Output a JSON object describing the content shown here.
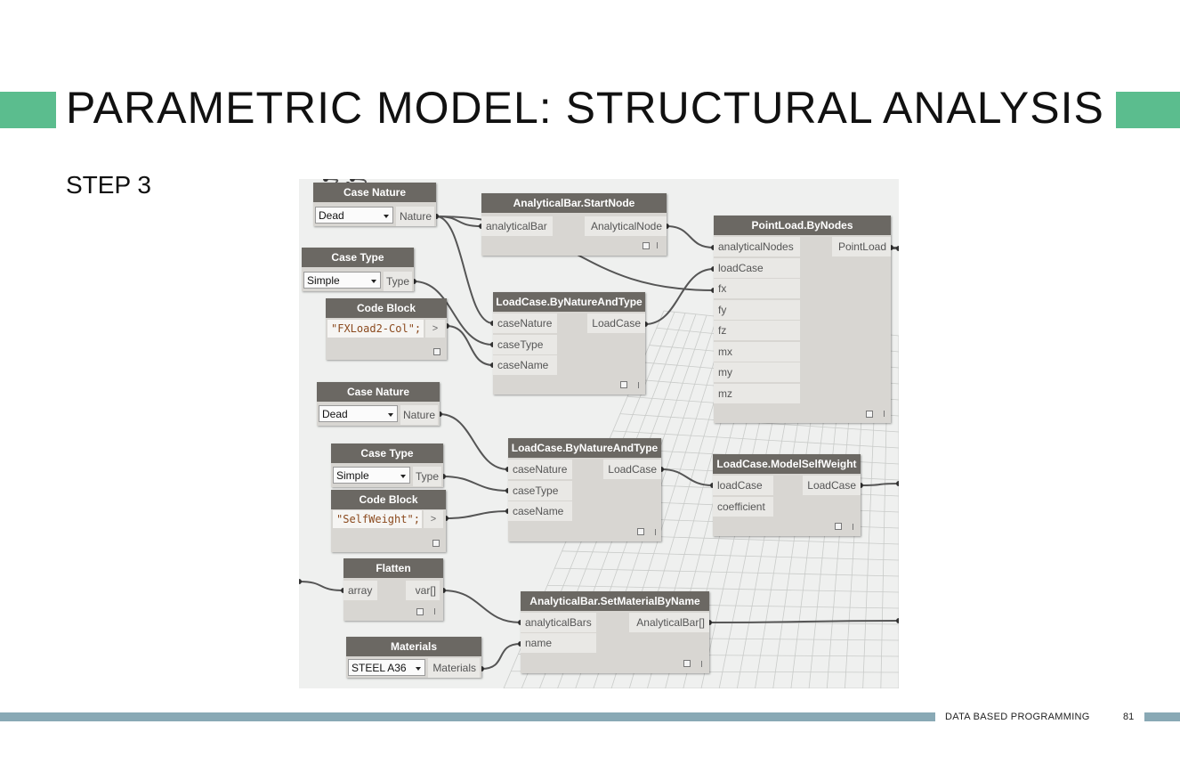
{
  "slide": {
    "title": "PARAMETRIC MODEL: STRUCTURAL ANALYSIS",
    "step": "STEP 3",
    "footer_label": "DATA BASED PROGRAMMING",
    "page_number": "81",
    "accent_color": "#5bbd8e",
    "footer_color": "#89a9b5"
  },
  "graph": {
    "case_nature_1": {
      "title": "Case Nature",
      "dropdown_value": "Dead",
      "output": "Nature"
    },
    "case_type_1": {
      "title": "Case Type",
      "dropdown_value": "Simple",
      "output": "Type"
    },
    "code_block_1": {
      "title": "Code Block",
      "code": "\"FXLoad2-Col\";",
      "output": ">"
    },
    "start_node": {
      "title": "AnalyticalBar.StartNode",
      "input": "analyticalBar",
      "output": "AnalyticalNode"
    },
    "load_case_1": {
      "title": "LoadCase.ByNatureAndType",
      "inputs": [
        "caseNature",
        "caseType",
        "caseName"
      ],
      "output": "LoadCase"
    },
    "point_load": {
      "title": "PointLoad.ByNodes",
      "inputs": [
        "analyticalNodes",
        "loadCase",
        "fx",
        "fy",
        "fz",
        "mx",
        "my",
        "mz"
      ],
      "output": "PointLoad"
    },
    "case_nature_2": {
      "title": "Case Nature",
      "dropdown_value": "Dead",
      "output": "Nature"
    },
    "case_type_2": {
      "title": "Case Type",
      "dropdown_value": "Simple",
      "output": "Type"
    },
    "code_block_2": {
      "title": "Code Block",
      "code": "\"SelfWeight\";",
      "output": ">"
    },
    "load_case_2": {
      "title": "LoadCase.ByNatureAndType",
      "inputs": [
        "caseNature",
        "caseType",
        "caseName"
      ],
      "output": "LoadCase"
    },
    "self_weight": {
      "title": "LoadCase.ModelSelfWeight",
      "inputs": [
        "loadCase",
        "coefficient"
      ],
      "output": "LoadCase"
    },
    "flatten": {
      "title": "Flatten",
      "input": "array",
      "output": "var[]"
    },
    "set_material": {
      "title": "AnalyticalBar.SetMaterialByName",
      "inputs": [
        "analyticalBars",
        "name"
      ],
      "output": "AnalyticalBar[]"
    },
    "materials": {
      "title": "Materials",
      "dropdown_value": "STEEL A36",
      "output": "Materials"
    }
  }
}
